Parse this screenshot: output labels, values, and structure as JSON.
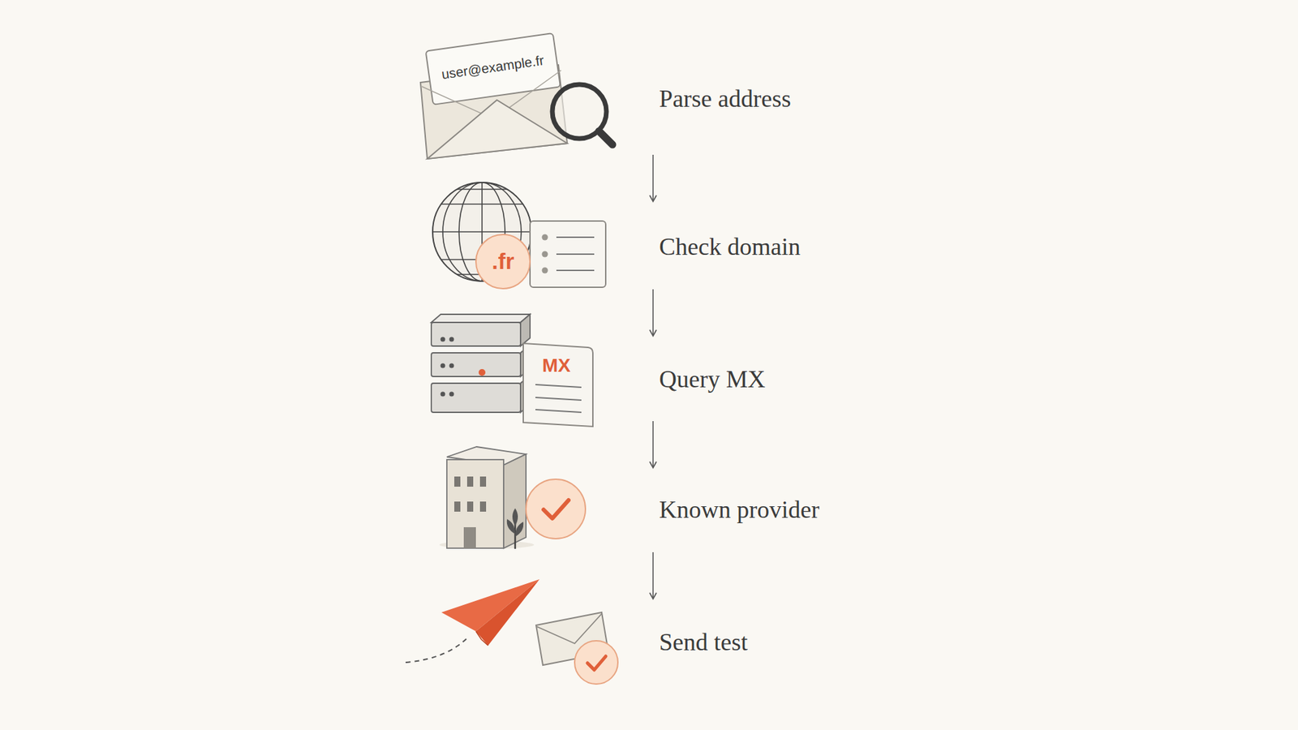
{
  "diagram": {
    "nodes": [
      {
        "text": [
          "Parse address"
        ]
      },
      {
        "text": [
          "Check domain"
        ]
      },
      {
        "text": [
          "Query MX"
        ]
      },
      {
        "text": [
          "Known provider"
        ]
      },
      {
        "text": [
          "Send test"
        ]
      }
    ],
    "edges": [
      {
        "from": 0,
        "to": 1,
        "arrow": "to"
      },
      {
        "from": 1,
        "to": 2,
        "arrow": "to"
      },
      {
        "from": 2,
        "to": 3,
        "arrow": "to"
      },
      {
        "from": 3,
        "to": 4,
        "arrow": "to"
      }
    ],
    "labels": [
      "user@example.fr",
      ".fr",
      "MX"
    ]
  }
}
